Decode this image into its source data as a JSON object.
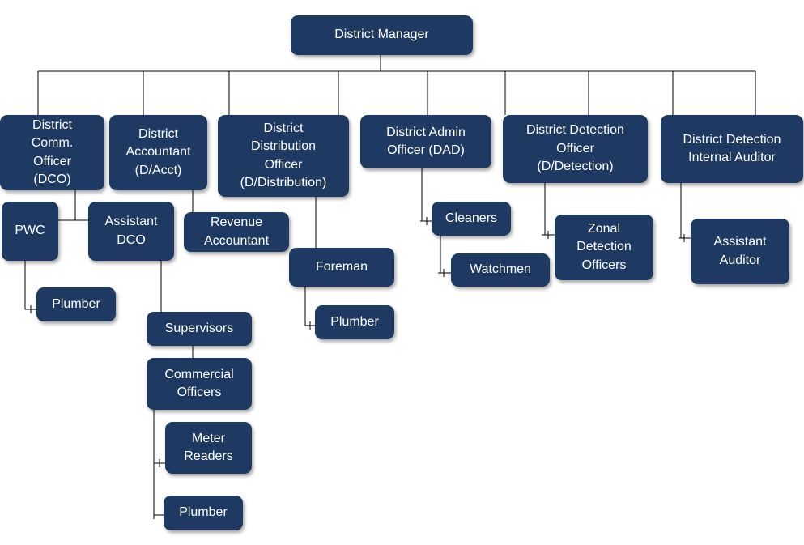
{
  "colors": {
    "node_fill": "#1e3a63",
    "node_text": "#ffffff",
    "connector": "#000000"
  },
  "nodes": {
    "manager": "District Manager",
    "dco": "District\nComm.\nOfficer\n(DCO)",
    "accountant": "District\nAccountant\n(D/Acct)",
    "distribution": "District\nDistribution\nOfficer\n(D/Distribution)",
    "admin": "District Admin\nOfficer (DAD)",
    "detection": "District Detection\nOfficer\n(D/Detection)",
    "auditor": "District Detection\nInternal Auditor",
    "pwc": "PWC",
    "asst_dco": "Assistant\nDCO",
    "revenue_acct": "Revenue\nAccountant",
    "foreman": "Foreman",
    "cleaners": "Cleaners",
    "watchmen": "Watchmen",
    "zonal": "Zonal\nDetection\nOfficers",
    "asst_auditor": "Assistant\nAuditor",
    "pwc_plumber": "Plumber",
    "supervisors": "Supervisors",
    "commercial": "Commercial\nOfficers",
    "meter_readers": "Meter\nReaders",
    "comm_plumber": "Plumber",
    "foreman_plumber": "Plumber"
  }
}
